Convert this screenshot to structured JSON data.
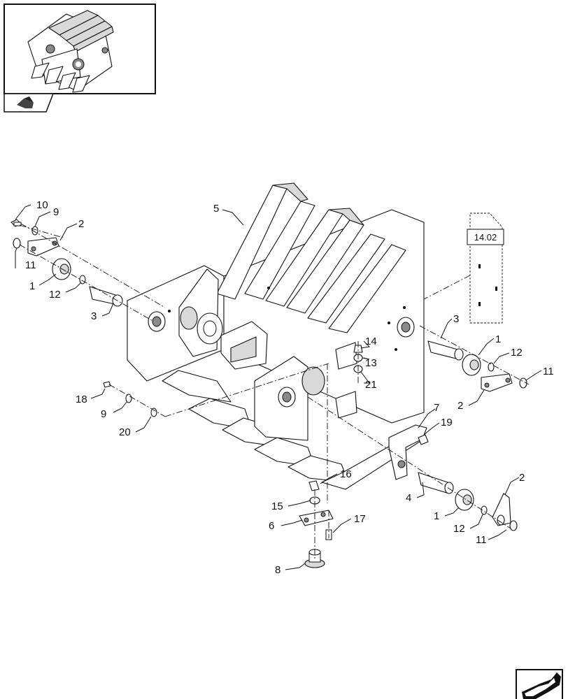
{
  "thumbnail": {
    "icon": "assembly-thumbnail",
    "nav_icon": "previous-page-arrow-icon"
  },
  "reference_box": {
    "label": "14.02"
  },
  "callouts": [
    "10",
    "9",
    "2",
    "11",
    "1",
    "12",
    "3",
    "5",
    "14",
    "13",
    "21",
    "3",
    "1",
    "12",
    "11",
    "2",
    "18",
    "9",
    "20",
    "7",
    "19",
    "16",
    "15",
    "6",
    "17",
    "4",
    "1",
    "12",
    "11",
    "2",
    "8"
  ],
  "nav": {
    "icon": "next-page-arrow-icon"
  }
}
